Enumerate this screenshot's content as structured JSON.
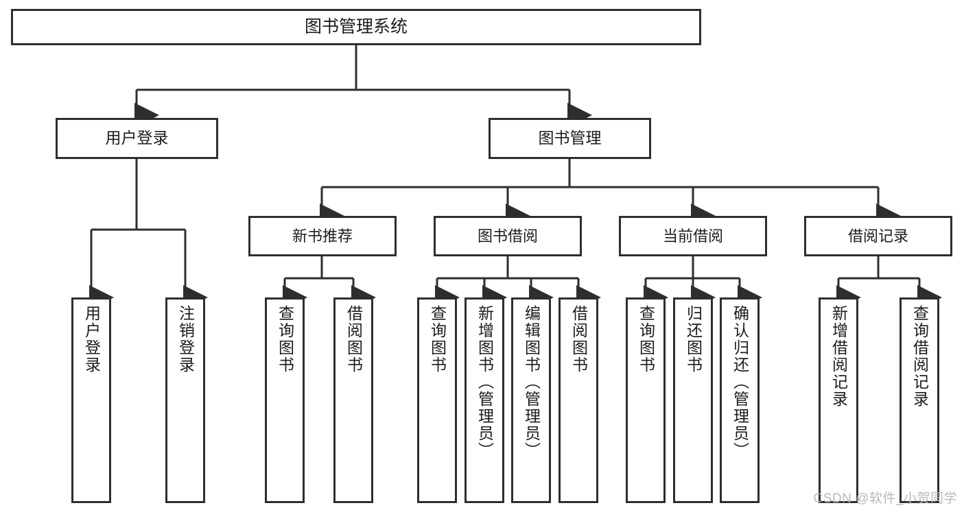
{
  "diagram": {
    "title": "图书管理系统",
    "type": "tree",
    "line_color": "#2e2e2e",
    "box_fill": "#ffffff",
    "text_color": "#1c1c1c",
    "nodes": {
      "root": {
        "label": "图书管理系统"
      },
      "level2": [
        {
          "id": "user-login",
          "label": "用户登录"
        },
        {
          "id": "book-manage",
          "label": "图书管理"
        }
      ],
      "level3": [
        {
          "id": "new-book-recommend",
          "label": "新书推荐"
        },
        {
          "id": "book-borrow",
          "label": "图书借阅"
        },
        {
          "id": "current-borrow",
          "label": "当前借阅"
        },
        {
          "id": "borrow-record",
          "label": "借阅记录"
        }
      ],
      "leaves": {
        "user_login": [
          {
            "id": "leaf-user-login",
            "label": "用户登录"
          },
          {
            "id": "leaf-logout-login",
            "label": "注销登录"
          }
        ],
        "new_book_recommend": [
          {
            "id": "leaf-query-book-1",
            "label": "查询图书"
          },
          {
            "id": "leaf-borrow-book-1",
            "label": "借阅图书"
          }
        ],
        "book_borrow": [
          {
            "id": "leaf-query-book-2",
            "label": "查询图书"
          },
          {
            "id": "leaf-add-book",
            "label": "新增图书（管理员）"
          },
          {
            "id": "leaf-edit-book",
            "label": "编辑图书（管理员）"
          },
          {
            "id": "leaf-borrow-book-2",
            "label": "借阅图书"
          }
        ],
        "current_borrow": [
          {
            "id": "leaf-query-book-3",
            "label": "查询图书"
          },
          {
            "id": "leaf-return-book",
            "label": "归还图书"
          },
          {
            "id": "leaf-confirm-return",
            "label": "确认归还（管理员）"
          }
        ],
        "borrow_record": [
          {
            "id": "leaf-add-record",
            "label": "新增借阅记录"
          },
          {
            "id": "leaf-query-record",
            "label": "查询借阅记录"
          }
        ]
      }
    }
  },
  "watermark": {
    "text": "CSDN @软件_小贺同学"
  }
}
